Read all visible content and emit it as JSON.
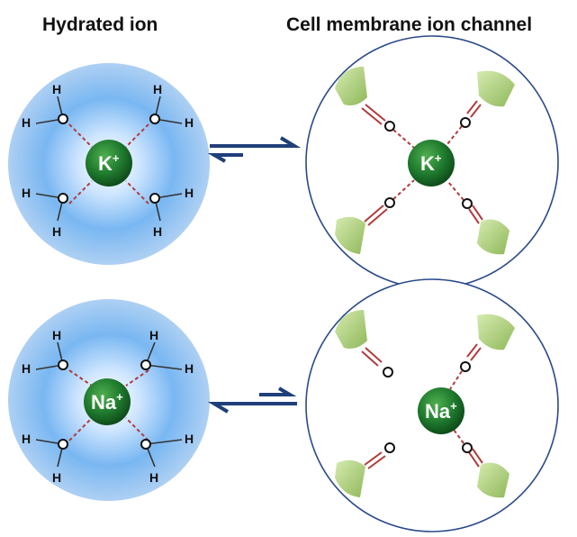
{
  "headings": {
    "left": "Hydrated ion",
    "right": "Cell membrane ion channel"
  },
  "ions": {
    "potassium": {
      "symbol": "K",
      "charge": "+"
    },
    "sodium": {
      "symbol": "Na",
      "charge": "+"
    }
  },
  "atoms": {
    "hydrogen": "H"
  },
  "colors": {
    "water_shell": "#5aaaf0",
    "ion_sphere": "#1f7a2e",
    "arrow": "#1f3f7a",
    "bond": "#b23b3b",
    "protein": "#9fc46a",
    "outline": "#2a4a8a"
  }
}
